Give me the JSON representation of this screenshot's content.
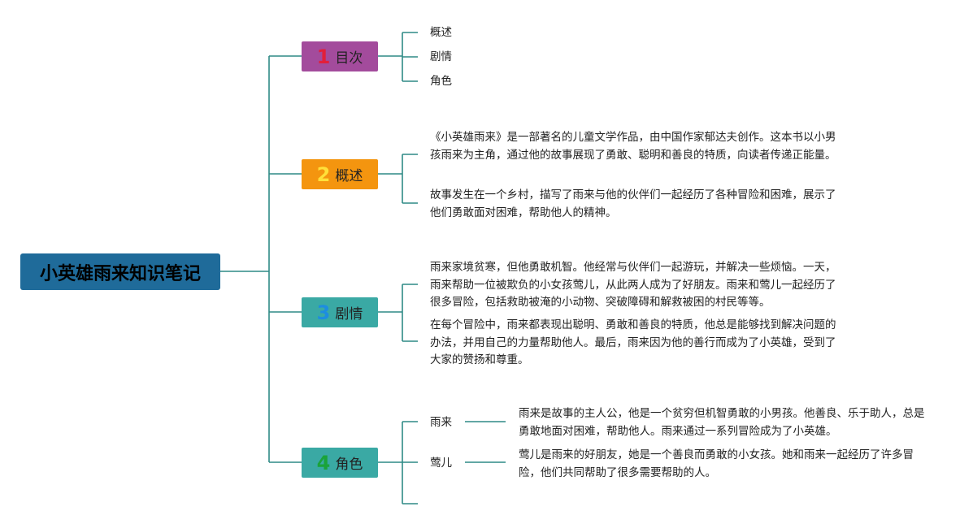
{
  "root": {
    "title": "小英雄雨来知识笔记"
  },
  "colors": {
    "line": "#2f8a86",
    "root_bg": "#1f6b9a"
  },
  "topics": [
    {
      "number": "1",
      "label": "目次",
      "bg": "#a34b9c",
      "num_color": "#e21f3a"
    },
    {
      "number": "2",
      "label": "概述",
      "bg": "#f4950f",
      "num_color": "#ffe03a"
    },
    {
      "number": "3",
      "label": "剧情",
      "bg": "#3aa9a4",
      "num_color": "#1d8de0"
    },
    {
      "number": "4",
      "label": "角色",
      "bg": "#3aa9a4",
      "num_color": "#1aa33a"
    }
  ],
  "contents": {
    "items": [
      "概述",
      "剧情",
      "角色"
    ]
  },
  "summary": {
    "paragraphs": [
      "《小英雄雨来》是一部著名的儿童文学作品，由中国作家郁达夫创作。这本书以小男孩雨来为主角，通过他的故事展现了勇敢、聪明和善良的特质，向读者传递正能量。",
      "故事发生在一个乡村，描写了雨来与他的伙伴们一起经历了各种冒险和困难，展示了他们勇敢面对困难，帮助他人的精神。"
    ]
  },
  "plot": {
    "paragraphs": [
      "雨来家境贫寒，但他勇敢机智。他经常与伙伴们一起游玩，并解决一些烦恼。一天，雨来帮助一位被欺负的小女孩莺儿，从此两人成为了好朋友。雨来和莺儿一起经历了很多冒险，包括救助被淹的小动物、突破障碍和解救被困的村民等等。",
      "在每个冒险中，雨来都表现出聪明、勇敢和善良的特质，他总是能够找到解决问题的办法，并用自己的力量帮助他人。最后，雨来因为他的善行而成为了小英雄，受到了大家的赞扬和尊重。"
    ]
  },
  "characters": [
    {
      "name": "雨来",
      "description": "雨来是故事的主人公，他是一个贫穷但机智勇敢的小男孩。他善良、乐于助人，总是勇敢地面对困难，帮助他人。雨来通过一系列冒险成为了小英雄。"
    },
    {
      "name": "莺儿",
      "description": "莺儿是雨来的好朋友，她是一个善良而勇敢的小女孩。她和雨来一起经历了许多冒险，他们共同帮助了很多需要帮助的人。"
    }
  ]
}
